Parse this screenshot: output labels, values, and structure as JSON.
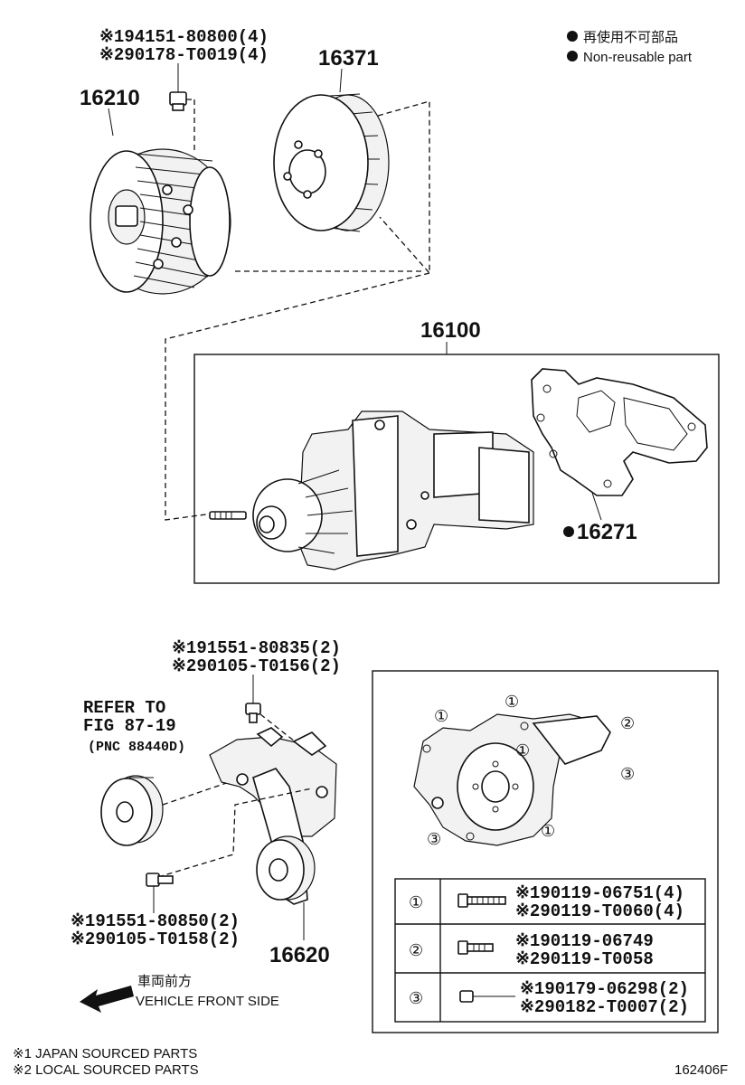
{
  "legend": {
    "jp": "再使用不可部品",
    "en": "Non-reusable part"
  },
  "parts": {
    "fan_clutch": "16210",
    "fan_clutch_nut_1": "※194151-80800(4)",
    "fan_clutch_nut_2": "※290178-T0019(4)",
    "pulley": "16371",
    "water_pump": "16100",
    "gasket": "16271",
    "bracket_bolt_top_1": "※191551-80835(2)",
    "bracket_bolt_top_2": "※290105-T0156(2)",
    "bracket_bolt_bot_1": "※191551-80850(2)",
    "bracket_bolt_bot_2": "※290105-T0158(2)",
    "tensioner": "16620"
  },
  "refer": {
    "line1": "REFER TO",
    "line2": "FIG 87-19",
    "line3": "(PNC 88440D)"
  },
  "bolt_table": [
    {
      "marker": "①",
      "pn1": "※190119-06751(4)",
      "pn2": "※290119-T0060(4)"
    },
    {
      "marker": "②",
      "pn1": "※190119-06749",
      "pn2": "※290119-T0058"
    },
    {
      "marker": "③",
      "pn1": "※190179-06298(2)",
      "pn2": "※290182-T0007(2)"
    }
  ],
  "markers": {
    "one": "①",
    "two": "②",
    "three": "③"
  },
  "front": {
    "jp": "車両前方",
    "en": "VEHICLE FRONT SIDE"
  },
  "footnotes": {
    "line1": "※1 JAPAN SOURCED PARTS",
    "line2": "※2 LOCAL SOURCED PARTS"
  },
  "figure_id": "162406F"
}
